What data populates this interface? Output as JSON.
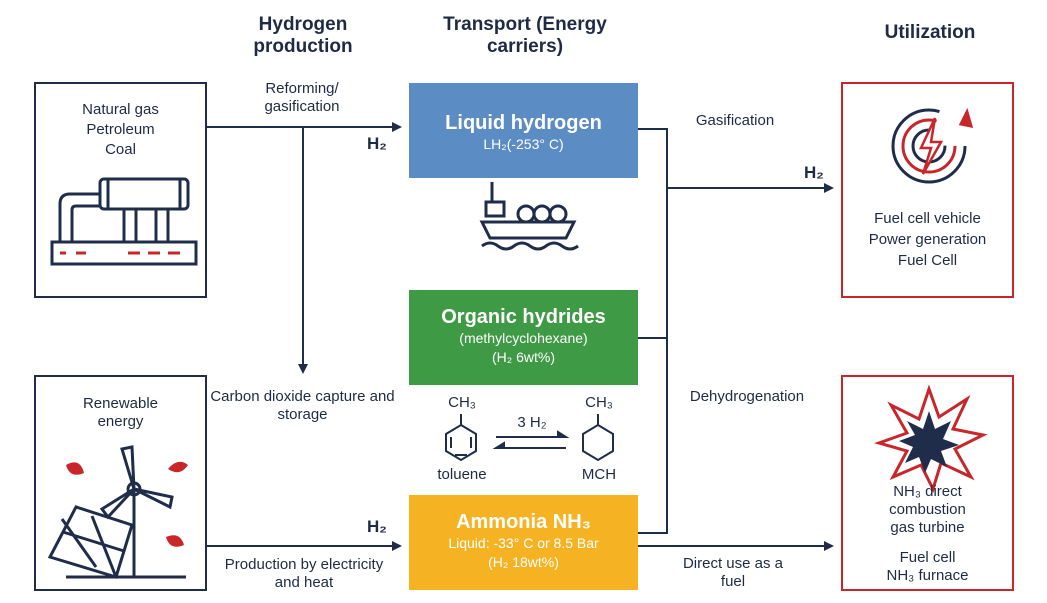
{
  "headers": {
    "production": "Hydrogen production",
    "transport": "Transport (Energy carriers)",
    "utilization": "Utilization"
  },
  "sources": {
    "fossil": [
      "Natural gas",
      "Petroleum",
      "Coal"
    ],
    "renewable": [
      "Renewable",
      "energy"
    ]
  },
  "process_labels": {
    "reforming": "Reforming/ gasification",
    "ccs": "Carbon dioxide capture and storage",
    "production": "Production by electricity and heat",
    "gasification": "Gasification",
    "dehydrogenation": "Dehydrogenation",
    "direct_use": "Direct use as a fuel"
  },
  "h2_label": "H₂",
  "carriers": {
    "liquid": {
      "title": "Liquid hydrogen",
      "subtitle": "LH₂(-253° C)",
      "color": "#5b8cc4"
    },
    "organic": {
      "title": "Organic hydrides",
      "subtitle": "(methylcyclohexane)",
      "detail": "(H₂ 6wt%)",
      "color": "#3e9a45"
    },
    "ammonia": {
      "title": "Ammonia NH₃",
      "subtitle": "Liquid: -33° C or 8.5 Bar",
      "detail": "(H₂ 18wt%)",
      "color": "#f5b324"
    }
  },
  "reaction": {
    "reactant_group": "CH₃",
    "product_group": "CH₃",
    "reagent": "3 H₂",
    "reactant": "toluene",
    "product": "MCH"
  },
  "uses": {
    "top": [
      "Fuel cell vehicle",
      "Power generation",
      "Fuel Cell"
    ],
    "bottom_a": [
      "NH₃ direct",
      "combustion",
      "gas turbine"
    ],
    "bottom_b": [
      "Fuel cell",
      "NH₃ furnace"
    ]
  },
  "colors": {
    "navy": "#1f2d4a",
    "red": "#c8262b"
  },
  "icons": [
    "pipeline-icon",
    "ship-icon",
    "wind-solar-icon",
    "fuel-cell-icon",
    "combustion-icon"
  ]
}
